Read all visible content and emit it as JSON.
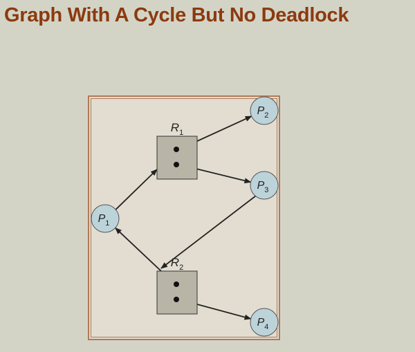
{
  "title": "Graph With A Cycle But No Deadlock",
  "colors": {
    "background": "#d4d4c6",
    "title": "#8b3a10",
    "frame_border": "#b07a58",
    "frame_fill": "#e2ddd0",
    "process_fill": "#bcd3da",
    "resource_fill": "#b8b5a6",
    "edge": "#222222"
  },
  "diagram": {
    "processes": [
      {
        "id": "P1",
        "letter": "P",
        "sub": "1"
      },
      {
        "id": "P2",
        "letter": "P",
        "sub": "2"
      },
      {
        "id": "P3",
        "letter": "P",
        "sub": "3"
      },
      {
        "id": "P4",
        "letter": "P",
        "sub": "4"
      }
    ],
    "resources": [
      {
        "id": "R1",
        "letter": "R",
        "sub": "1",
        "instances": 2
      },
      {
        "id": "R2",
        "letter": "R",
        "sub": "2",
        "instances": 2
      }
    ],
    "edges": [
      {
        "from": "P1",
        "to": "R1",
        "kind": "request"
      },
      {
        "from": "R1",
        "to": "P2",
        "kind": "assignment",
        "instance": 0
      },
      {
        "from": "R1",
        "to": "P3",
        "kind": "assignment",
        "instance": 1
      },
      {
        "from": "P3",
        "to": "R2",
        "kind": "request"
      },
      {
        "from": "R2",
        "to": "P1",
        "kind": "assignment",
        "instance": 0
      },
      {
        "from": "R2",
        "to": "P4",
        "kind": "assignment",
        "instance": 1
      }
    ]
  }
}
